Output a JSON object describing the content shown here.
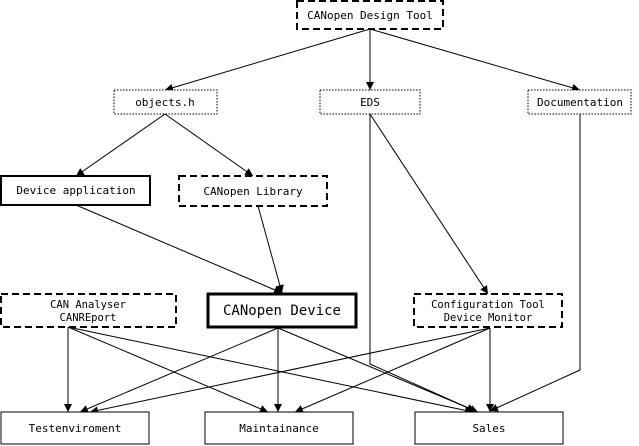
{
  "nodes": {
    "design_tool": {
      "label": "CANopen Design Tool"
    },
    "objects_h": {
      "label": "objects.h"
    },
    "eds": {
      "label": "EDS"
    },
    "documentation": {
      "label": "Documentation"
    },
    "device_application": {
      "label": "Device application"
    },
    "canopen_library": {
      "label": "CANopen Library"
    },
    "can_analyser": {
      "line1": "CAN Analyser",
      "line2": "CANREport"
    },
    "canopen_device": {
      "label": "CANopen Device"
    },
    "config_tool": {
      "line1": "Configuration Tool",
      "line2": "Device Monitor"
    },
    "testenvironment": {
      "label": "Testenviroment"
    },
    "maintainance": {
      "label": "Maintainance"
    },
    "sales": {
      "label": "Sales"
    }
  }
}
